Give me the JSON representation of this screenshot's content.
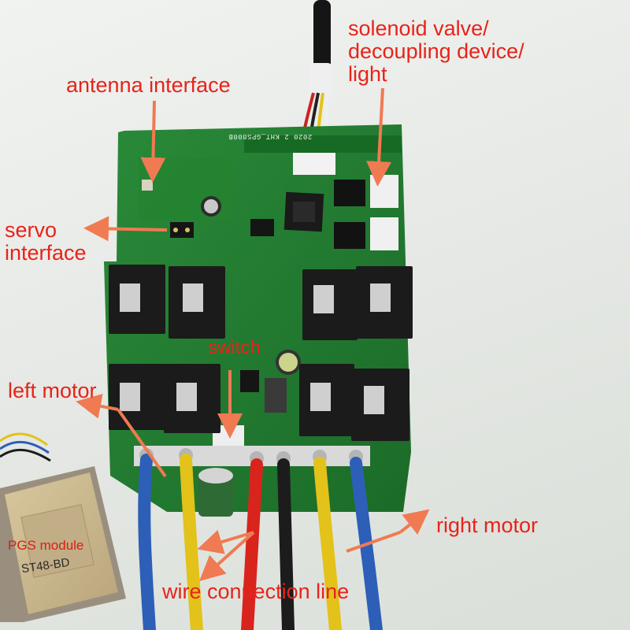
{
  "labels": {
    "antenna": "antenna interface",
    "solenoid": [
      "solenoid valve/",
      "decoupling device/",
      "light"
    ],
    "servo": [
      "servo",
      "interface"
    ],
    "switch": "switch",
    "left_motor": "left motor",
    "right_motor": "right motor",
    "pgs": "PGS module",
    "wire": "wire connection line"
  },
  "board_print": "2020 2 KHT_GPS800B",
  "gps_print": "ST48-BD",
  "colors": {
    "annotation": "#e8231a",
    "arrow": "#f07a52",
    "pcb": "#1f7a2e",
    "heatsink": "#1b1b1b",
    "wire_blue": "#2d5fb8",
    "wire_yellow": "#e3c21a",
    "wire_red": "#d8241c",
    "wire_black": "#1c1c1c"
  }
}
